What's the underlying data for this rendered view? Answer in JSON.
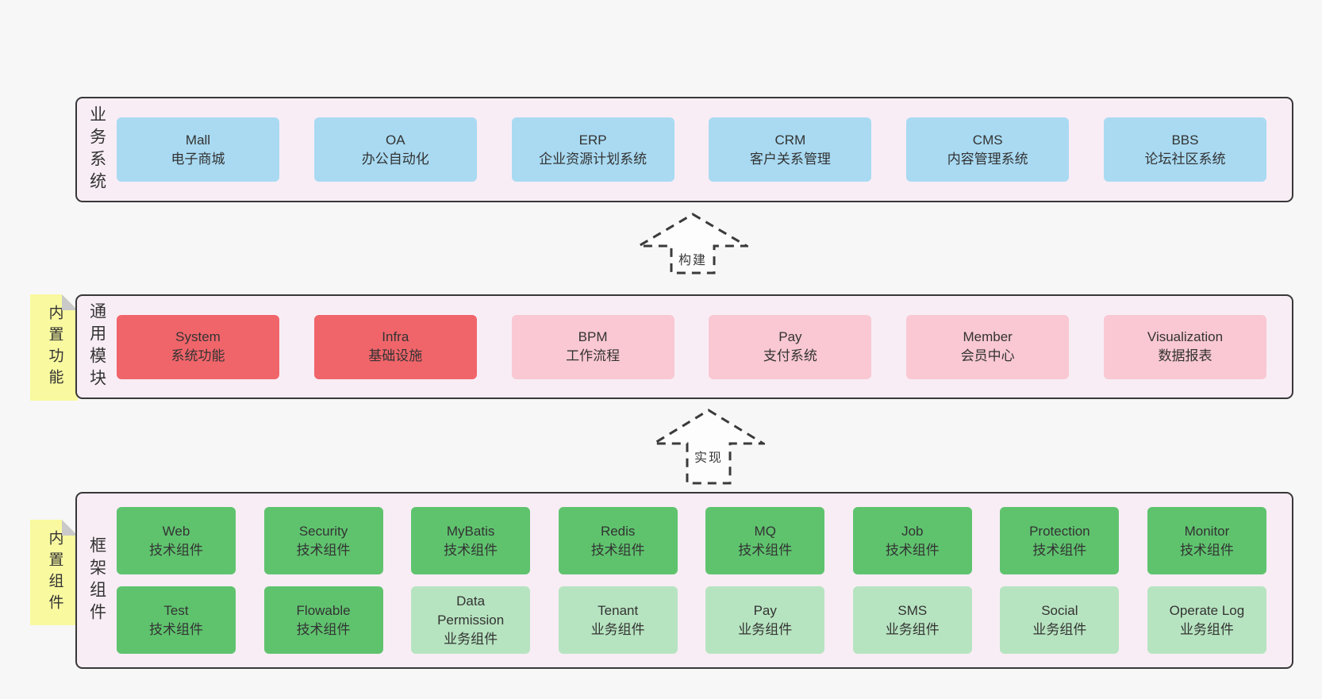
{
  "colors": {
    "page_bg": "#f7f7f7",
    "section_bg": "#f8edf5",
    "section_border": "#383838",
    "blue": "#a9daf2",
    "red": "#f0656a",
    "pink": "#f9c8d2",
    "green": "#5fc36e",
    "light_green": "#b7e4c0",
    "note_yellow": "#f9f9a0",
    "note_fold": "#c9c9c9",
    "text": "#333333"
  },
  "sections": [
    {
      "label": "业务系统",
      "rows": [
        [
          {
            "name": "Mall",
            "desc": "电子商城",
            "color": "blue"
          },
          {
            "name": "OA",
            "desc": "办公自动化",
            "color": "blue"
          },
          {
            "name": "ERP",
            "desc": "企业资源计划系统",
            "color": "blue"
          },
          {
            "name": "CRM",
            "desc": "客户关系管理",
            "color": "blue"
          },
          {
            "name": "CMS",
            "desc": "内容管理系统",
            "color": "blue"
          },
          {
            "name": "BBS",
            "desc": "论坛社区系统",
            "color": "blue"
          }
        ]
      ]
    },
    {
      "label": "通用模块",
      "note": "内置功能",
      "rows": [
        [
          {
            "name": "System",
            "desc": "系统功能",
            "color": "red"
          },
          {
            "name": "Infra",
            "desc": "基础设施",
            "color": "red"
          },
          {
            "name": "BPM",
            "desc": "工作流程",
            "color": "pink"
          },
          {
            "name": "Pay",
            "desc": "支付系统",
            "color": "pink"
          },
          {
            "name": "Member",
            "desc": "会员中心",
            "color": "pink"
          },
          {
            "name": "Visualization",
            "desc": "数据报表",
            "color": "pink"
          }
        ]
      ]
    },
    {
      "label": "框架组件",
      "note": "内置组件",
      "rows": [
        [
          {
            "name": "Web",
            "desc": "技术组件",
            "color": "green"
          },
          {
            "name": "Security",
            "desc": "技术组件",
            "color": "green"
          },
          {
            "name": "MyBatis",
            "desc": "技术组件",
            "color": "green"
          },
          {
            "name": "Redis",
            "desc": "技术组件",
            "color": "green"
          },
          {
            "name": "MQ",
            "desc": "技术组件",
            "color": "green"
          },
          {
            "name": "Job",
            "desc": "技术组件",
            "color": "green"
          },
          {
            "name": "Protection",
            "desc": "技术组件",
            "color": "green"
          },
          {
            "name": "Monitor",
            "desc": "技术组件",
            "color": "green"
          }
        ],
        [
          {
            "name": "Test",
            "desc": "技术组件",
            "color": "green"
          },
          {
            "name": "Flowable",
            "desc": "技术组件",
            "color": "green"
          },
          {
            "name": "Data Permission",
            "desc": "业务组件",
            "color": "lightgreen"
          },
          {
            "name": "Tenant",
            "desc": "业务组件",
            "color": "lightgreen"
          },
          {
            "name": "Pay",
            "desc": "业务组件",
            "color": "lightgreen"
          },
          {
            "name": "SMS",
            "desc": "业务组件",
            "color": "lightgreen"
          },
          {
            "name": "Social",
            "desc": "业务组件",
            "color": "lightgreen"
          },
          {
            "name": "Operate Log",
            "desc": "业务组件",
            "color": "lightgreen"
          }
        ]
      ]
    }
  ],
  "arrows": [
    {
      "label": "构建"
    },
    {
      "label": "实现"
    }
  ]
}
